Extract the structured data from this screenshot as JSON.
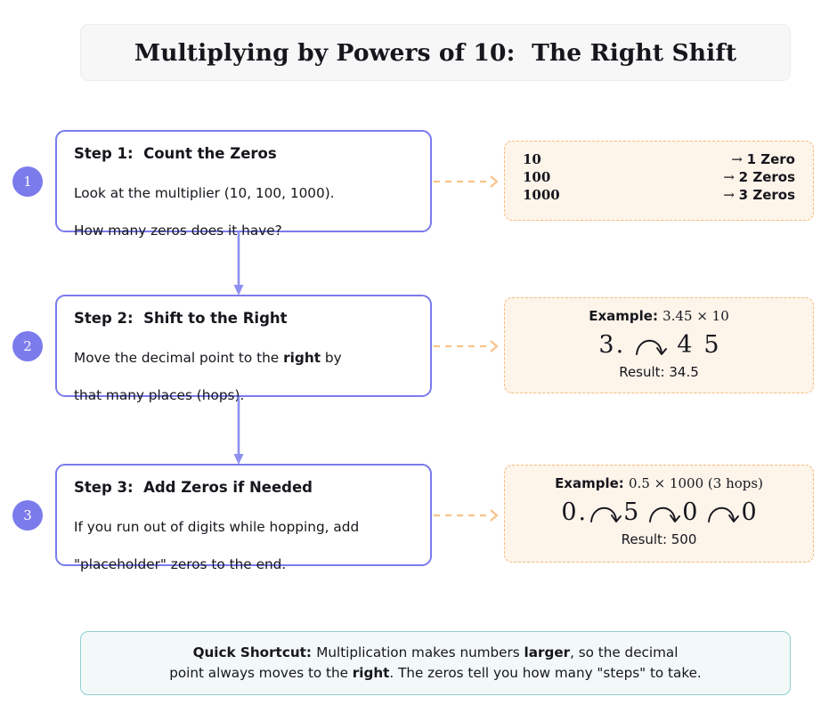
{
  "title": "Multiplying by Powers of 10:  The Right Shift",
  "steps": [
    {
      "badge": "1",
      "title": "Step 1:  Count the Zeros",
      "body_line1": "Look at the multiplier (10, 100, 1000).",
      "body_line2": "How many zeros does it have?"
    },
    {
      "badge": "2",
      "title": "Step 2:  Shift to the Right",
      "body_pre": "Move the decimal point to the ",
      "body_bold": "right",
      "body_post": " by",
      "body_line2": "that many places (hops)."
    },
    {
      "badge": "3",
      "title": "Step 3:  Add Zeros if Needed",
      "body_line1": "If you run out of digits while hopping, add",
      "body_line2": "\"placeholder\" zeros to the end."
    }
  ],
  "panel1": {
    "rows": [
      {
        "number": "10",
        "arrow": "→ ",
        "label": "1 Zero"
      },
      {
        "number": "100",
        "arrow": "→ ",
        "label": "2 Zeros"
      },
      {
        "number": "1000",
        "arrow": "→ ",
        "label": "3 Zeros"
      }
    ]
  },
  "panel2": {
    "example_label": "Example: ",
    "example_value": "3.45 × 10",
    "digits": [
      "3",
      "4",
      "5"
    ],
    "decimal_point": ".",
    "hops": 1,
    "result_label": "Result: ",
    "result_value": "34.5"
  },
  "panel3": {
    "example_label": "Example: ",
    "example_value": "0.5 × 1000 (3 hops)",
    "digits": [
      "0",
      "5",
      "0",
      "0"
    ],
    "decimal_point": ".",
    "hops": 3,
    "result_label": "Result: ",
    "result_value": "500"
  },
  "shortcut": {
    "lead": "Quick Shortcut: ",
    "line1_a": "Multiplication makes numbers ",
    "line1_bold": "larger",
    "line1_b": ", so the decimal",
    "line2_a": "point always moves to the ",
    "line2_bold": "right",
    "line2_b": ". The zeros tell you how many \"steps\" to take."
  },
  "colors": {
    "accent": "#7b7bec",
    "panel_bg": "#fdf4ea",
    "panel_border": "#f5bc7d",
    "shortcut_bg": "#f2f9f8",
    "shortcut_border": "#8ecfd0",
    "title_bg": "#f7f7f7"
  }
}
